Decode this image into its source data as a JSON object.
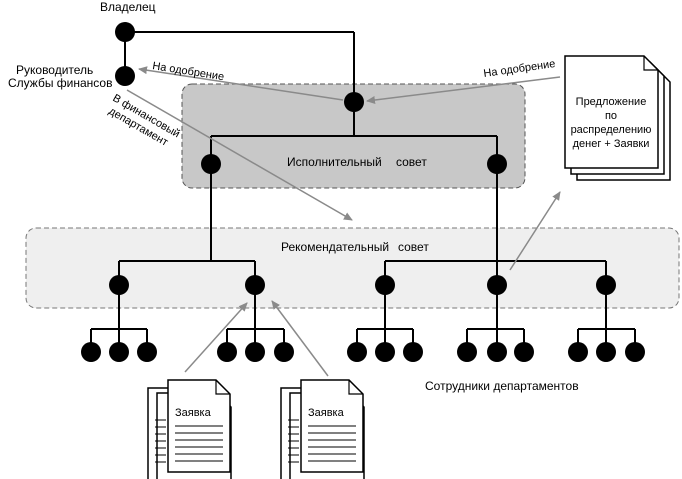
{
  "labels": {
    "owner": "Владелец",
    "finance_head_line1": "Руководитель",
    "finance_head_line2": "Службы финансов",
    "to_finance_line1": "В финансовый",
    "to_finance_line2": "департамент",
    "approval_left": "На одобрение",
    "approval_right": "На одобрение",
    "executive_board_part1": "Исполнительный",
    "executive_board_part2": "совет",
    "advisory_board_part1": "Рекомендательный",
    "advisory_board_part2": "совет",
    "proposal_line1": "Предложение",
    "proposal_line2": "по",
    "proposal_line3": "распределению",
    "proposal_line4": "денег + Заявки",
    "request_left": "Заявка",
    "request_right": "Заявка",
    "employees": "Сотрудники департаментов"
  },
  "colors": {
    "line": "#000000",
    "node": "#000000",
    "arrow": "#8a8a8a",
    "executive_fill": "#c8c8c8",
    "advisory_fill": "#efefef",
    "dash_border": "#555555"
  }
}
